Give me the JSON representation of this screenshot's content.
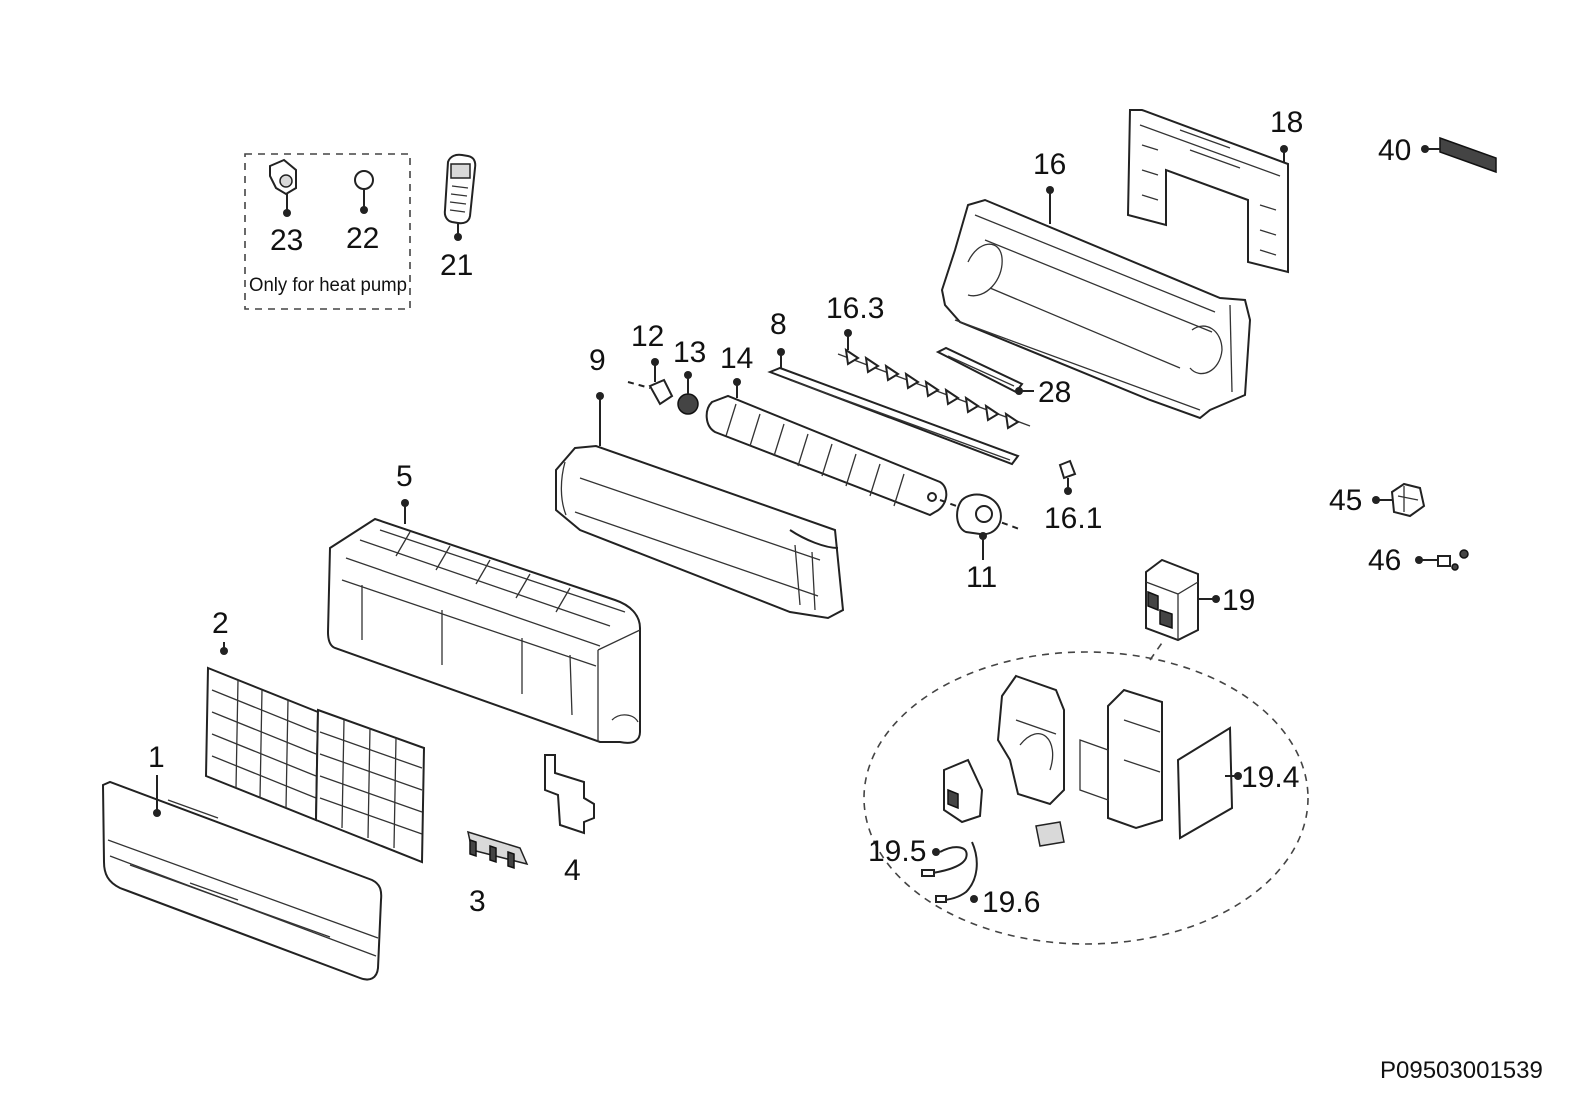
{
  "callouts": {
    "c1": "1",
    "c2": "2",
    "c3": "3",
    "c4": "4",
    "c5": "5",
    "c8": "8",
    "c9": "9",
    "c11": "11",
    "c12": "12",
    "c13": "13",
    "c14": "14",
    "c16": "16",
    "c16_1": "16.1",
    "c16_3": "16.3",
    "c18": "18",
    "c19": "19",
    "c19_4": "19.4",
    "c19_5": "19.5",
    "c19_6": "19.6",
    "c21": "21",
    "c22": "22",
    "c23": "23",
    "c28": "28",
    "c40": "40",
    "c45": "45",
    "c46": "46"
  },
  "accessory_box": {
    "note": "Only for heat pump"
  },
  "document_id": "P09503001539",
  "colors": {
    "line": "#222222",
    "fill": "#ffffff",
    "shade": "#d9d9d9"
  }
}
